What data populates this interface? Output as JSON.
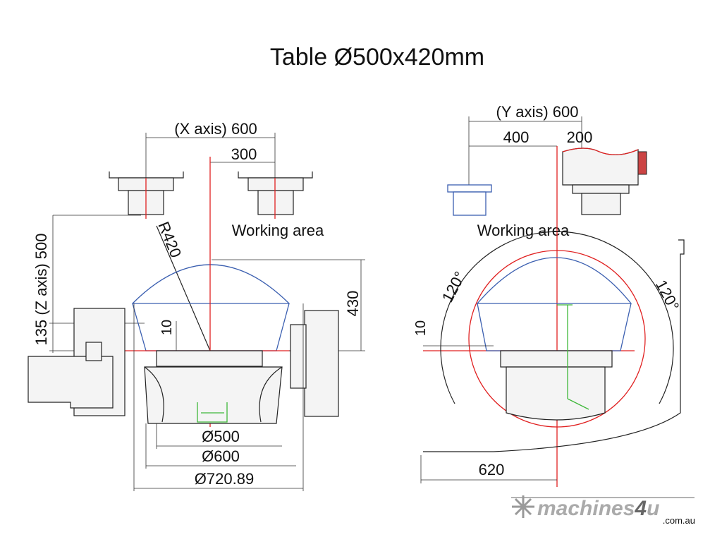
{
  "title": "Table Ø500x420mm",
  "left_view": {
    "x_axis_label": "(X axis) 600",
    "x_half": "300",
    "working_area": "Working area",
    "z_axis_label": "135 (Z axis) 500",
    "radius": "R420",
    "height": "430",
    "offset": "10",
    "dia_table": "Ø500",
    "dia_600": "Ø600",
    "dia_swing": "Ø720.89"
  },
  "right_view": {
    "y_axis_label": "(Y axis) 600",
    "y_400": "400",
    "y_200": "200",
    "working_area": "Working area",
    "tilt_left": "120°",
    "tilt_right": "120°",
    "offset": "10",
    "depth": "620"
  },
  "logo": {
    "name": "machines4u",
    "domain": ".com.au"
  },
  "colors": {
    "dimension": "#222222",
    "envelope": "#3b5fb0",
    "centerline": "#e02020",
    "fixture": "#3fb83a"
  }
}
